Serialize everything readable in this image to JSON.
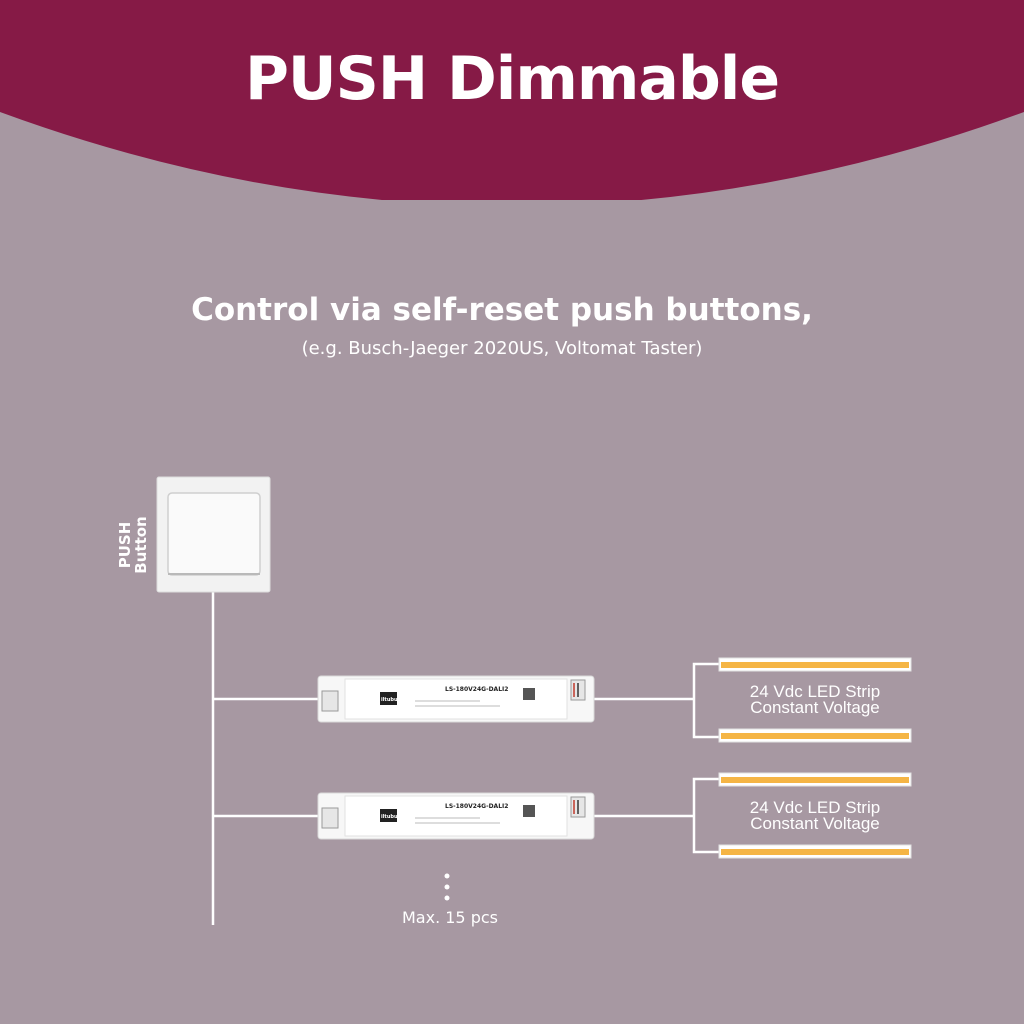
{
  "header": {
    "title": "PUSH Dimmable"
  },
  "intro": {
    "title": "Control via self-reset push buttons,",
    "note": "(e.g. Busch-Jaeger 2020US, Voltomat Taster)"
  },
  "switch": {
    "label_line1": "PUSH",
    "label_line2": "Button"
  },
  "drivers": [
    {
      "brand": "iltuburg",
      "model": "LS-180V24G-DALI2",
      "strip_line1": "24 Vdc LED Strip",
      "strip_line2": "Constant Voltage"
    },
    {
      "brand": "iltuburg",
      "model": "LS-180V24G-DALI2",
      "strip_line1": "24 Vdc LED Strip",
      "strip_line2": "Constant Voltage"
    }
  ],
  "footer": {
    "max_label": "Max. 15 pcs"
  },
  "colors": {
    "header": "#861a46",
    "background": "#a798a2",
    "wire": "#ffffff",
    "strip": "#f5b545"
  }
}
